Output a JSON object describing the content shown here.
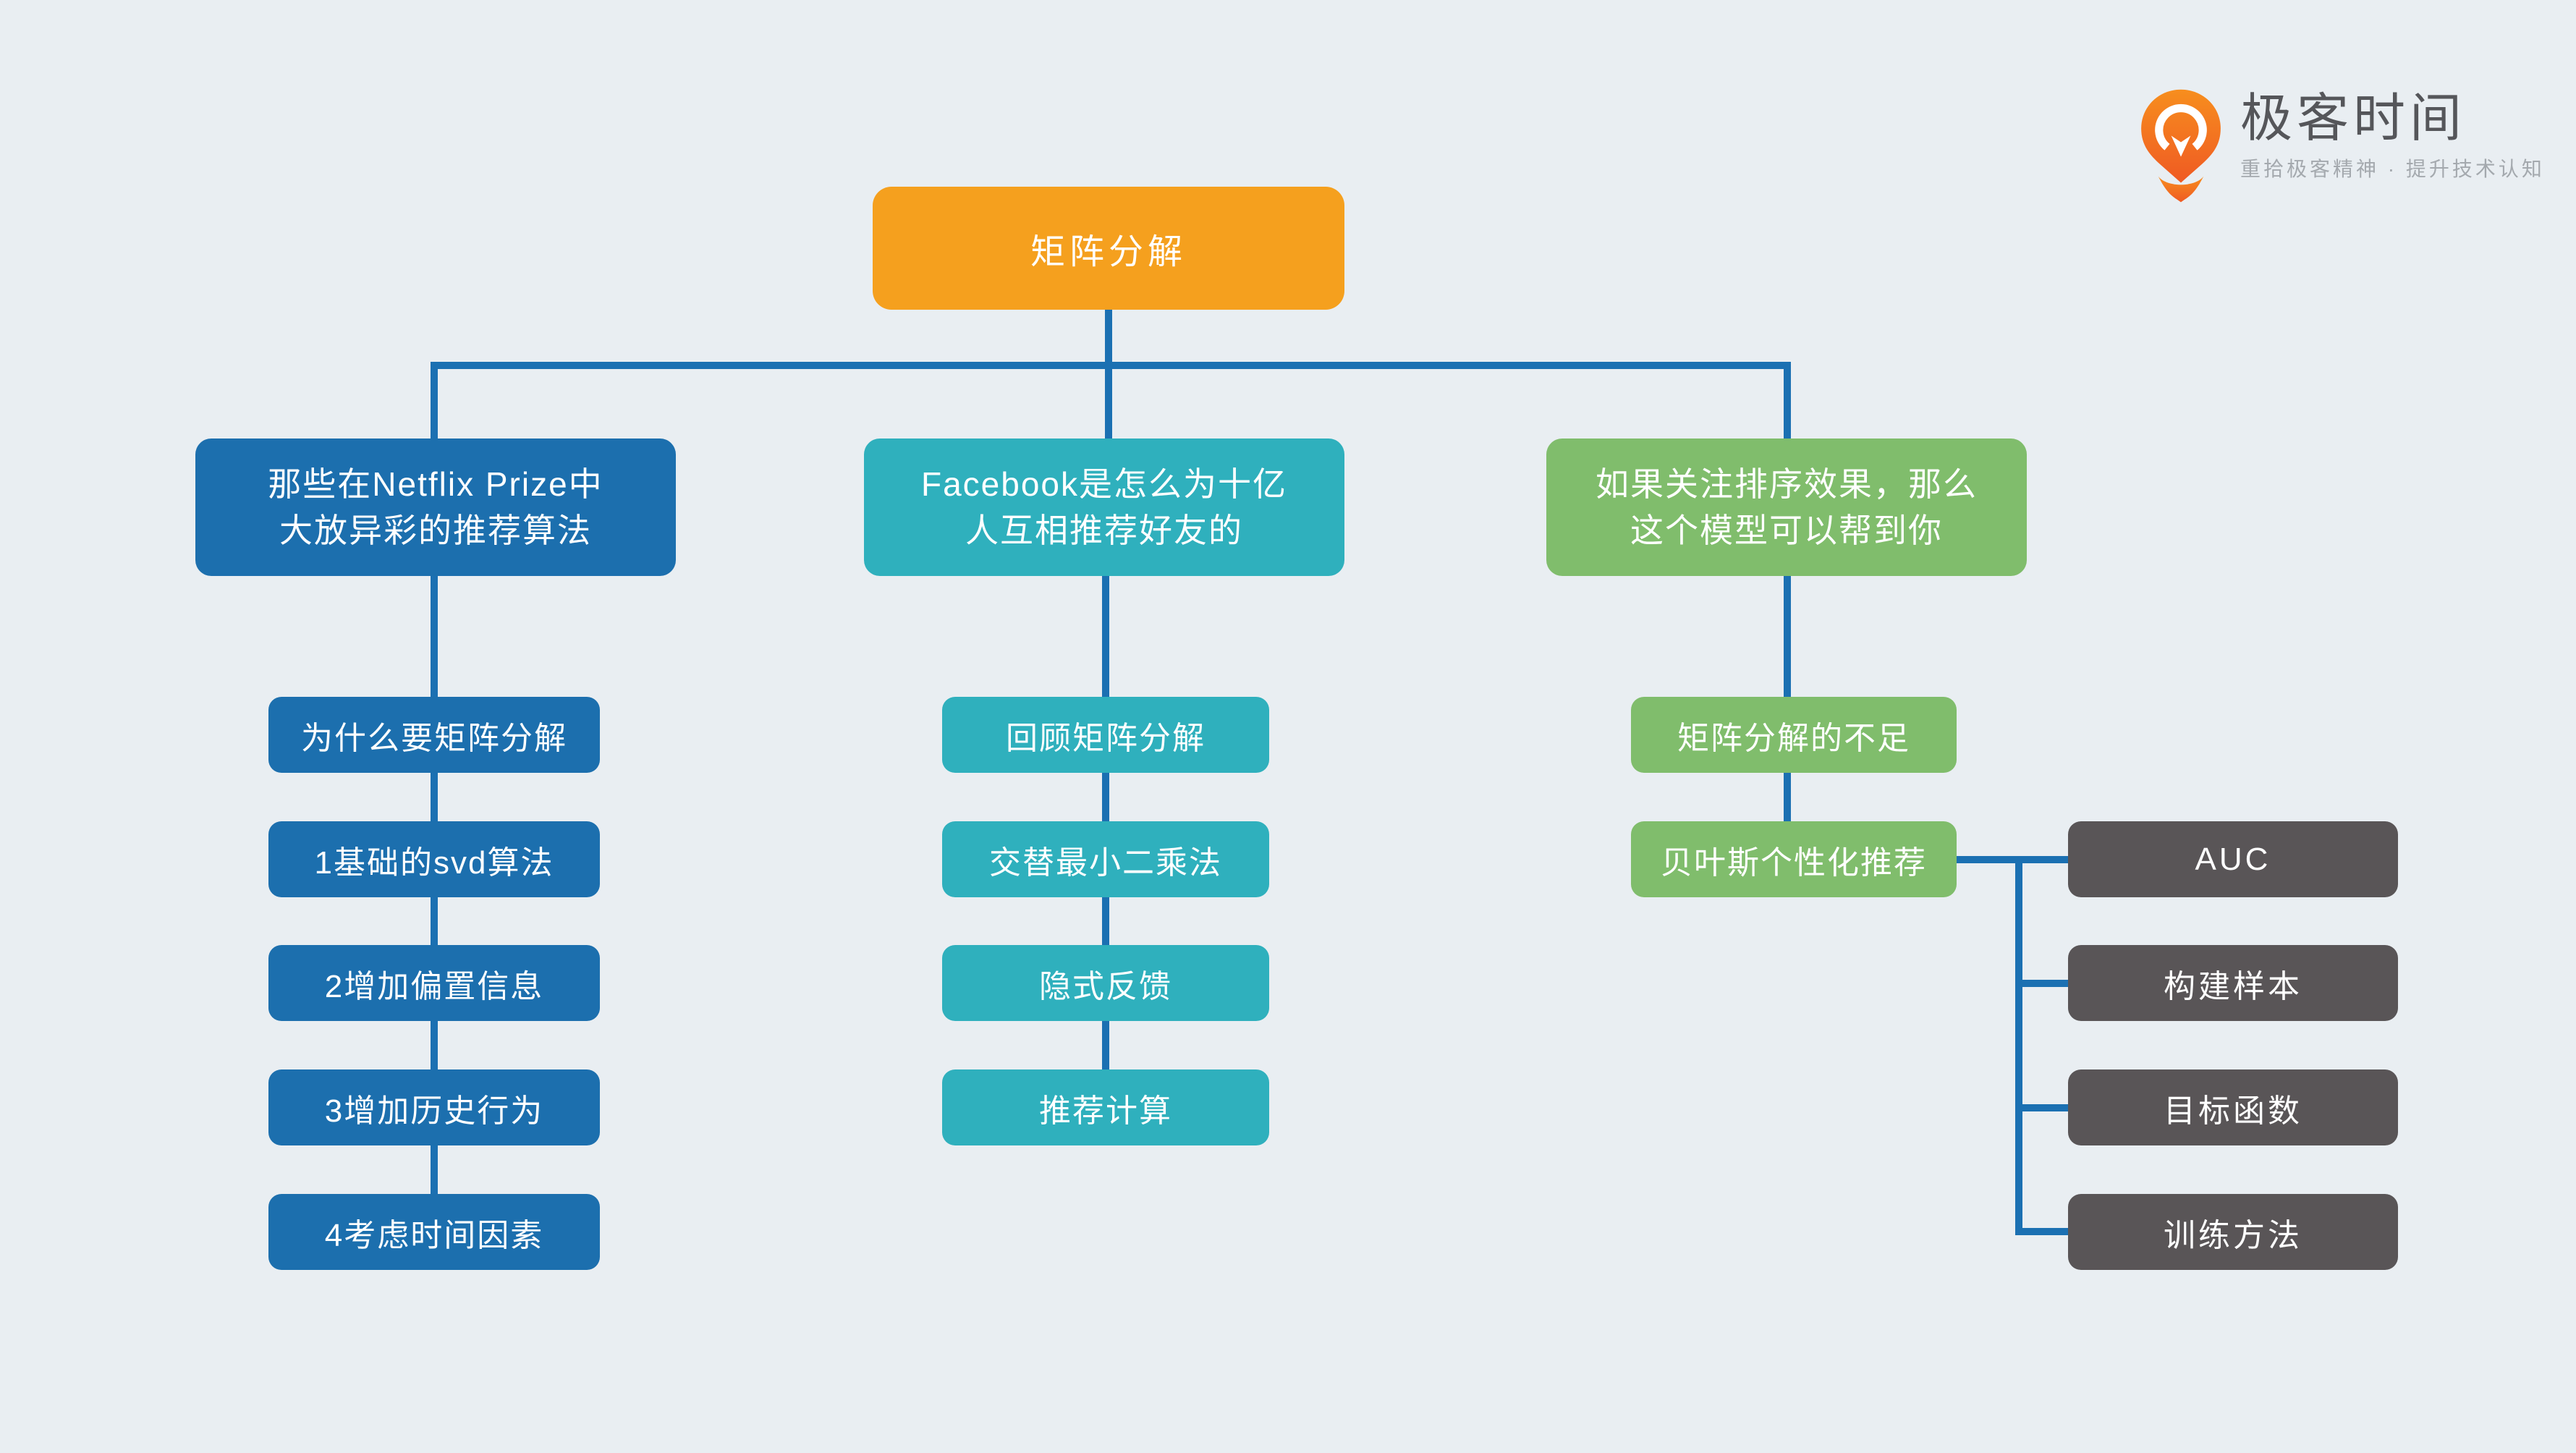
{
  "page": {
    "background_color": "#E9EEF2",
    "connector_color": "#1B70B2"
  },
  "logo": {
    "title": "极客时间",
    "tagline": "重拾极客精神 · 提升技术认知",
    "pin_color": "#F26A1E"
  },
  "colors": {
    "root": "#F5A01E",
    "branch_netflix": "#1C6FAE",
    "branch_facebook": "#2FB0BD",
    "branch_ranking": "#80BD6C",
    "leaf_gray": "#595557",
    "text": "#FFFFFF"
  },
  "tree": {
    "root": {
      "label": "矩阵分解"
    },
    "branches": [
      {
        "label_lines": [
          "那些在Netflix Prize中",
          "大放异彩的推荐算法"
        ],
        "children": [
          "为什么要矩阵分解",
          "1基础的svd算法",
          "2增加偏置信息",
          "3增加历史行为",
          "4考虑时间因素"
        ]
      },
      {
        "label_lines": [
          "Facebook是怎么为十亿",
          "人互相推荐好友的"
        ],
        "children": [
          "回顾矩阵分解",
          "交替最小二乘法",
          "隐式反馈",
          "推荐计算"
        ]
      },
      {
        "label_lines": [
          "如果关注排序效果，那么",
          "这个模型可以帮到你"
        ],
        "children": [
          "矩阵分解的不足",
          "贝叶斯个性化推荐"
        ],
        "grandchildren": [
          "AUC",
          "构建样本",
          "目标函数",
          "训练方法"
        ]
      }
    ]
  }
}
